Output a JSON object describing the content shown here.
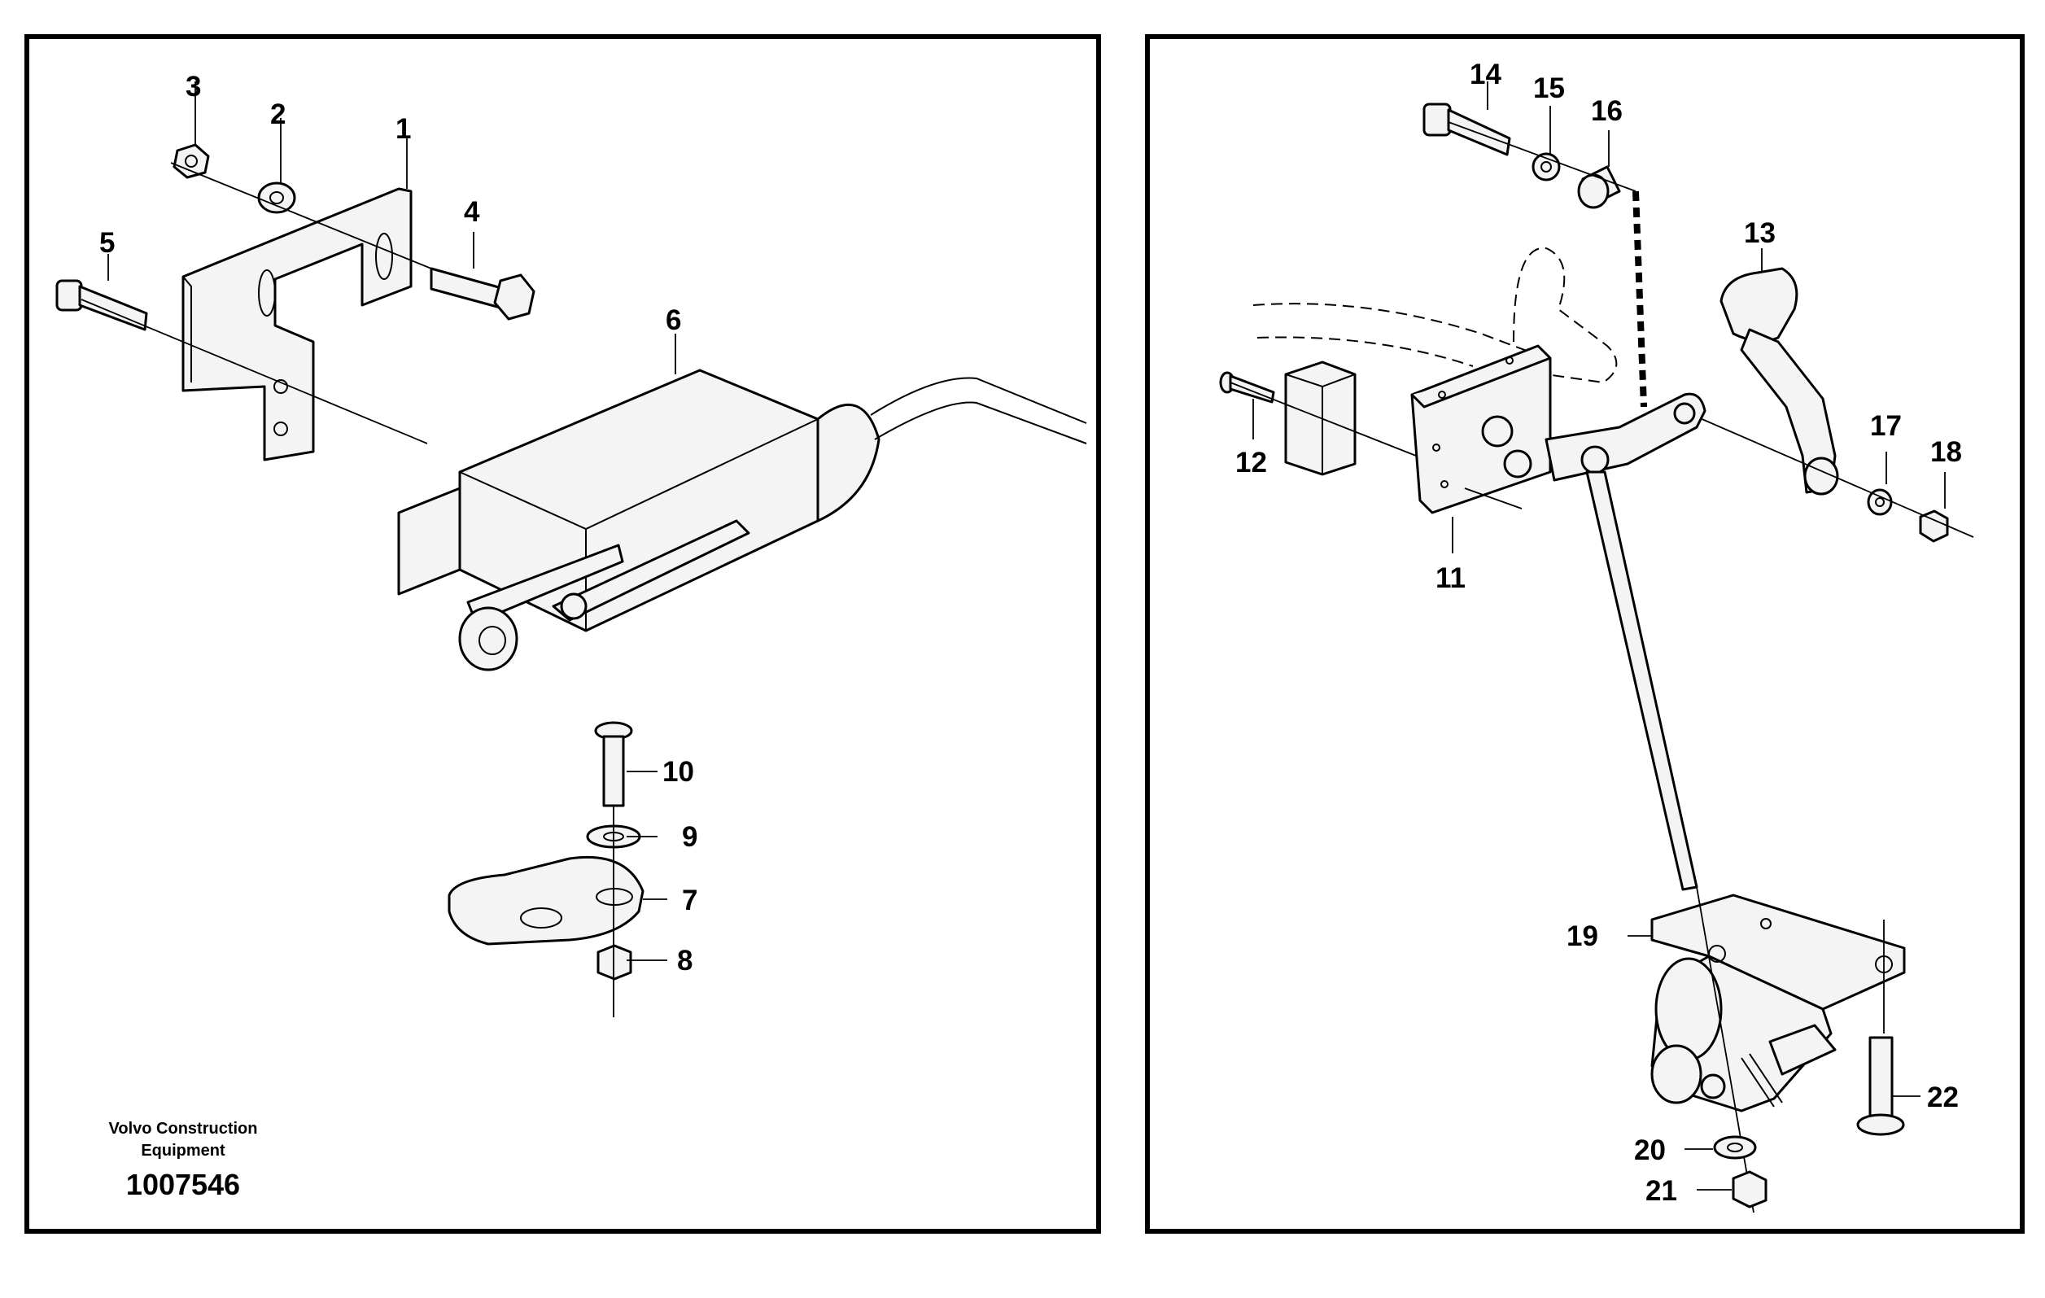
{
  "caption": {
    "line1": "Volvo Construction",
    "line2": "Equipment",
    "document_number": "1007546"
  },
  "callouts": {
    "c1": "1",
    "c2": "2",
    "c3": "3",
    "c4": "4",
    "c5": "5",
    "c6": "6",
    "c7": "7",
    "c8": "8",
    "c9": "9",
    "c10": "10",
    "c11": "11",
    "c12": "12",
    "c13": "13",
    "c14": "14",
    "c15": "15",
    "c16": "16",
    "c17": "17",
    "c18": "18",
    "c19": "19",
    "c20": "20",
    "c21": "21",
    "c22": "22"
  }
}
